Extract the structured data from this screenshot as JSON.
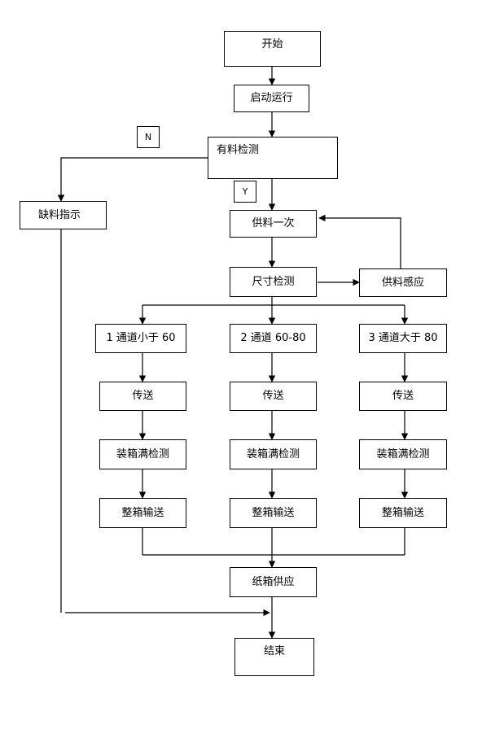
{
  "nodes": {
    "start": "开始",
    "run": "启动运行",
    "detect": "有料检测",
    "shortage": "缺料指示",
    "feed": "供料一次",
    "feed_sense": "供料感应",
    "size": "尺寸检测",
    "ch1": "1 通道小于 60",
    "ch2": "2 通道 60-80",
    "ch3": "3 通道大于 80",
    "conv1": "传送",
    "conv2": "传送",
    "conv3": "传送",
    "full1": "装箱满检测",
    "full2": "装箱满检测",
    "full3": "装箱满检测",
    "out1": "整箱输送",
    "out2": "整箱输送",
    "out3": "整箱输送",
    "carton": "纸箱供应",
    "end": "结束"
  },
  "labels": {
    "no": "N",
    "yes": "Y"
  }
}
